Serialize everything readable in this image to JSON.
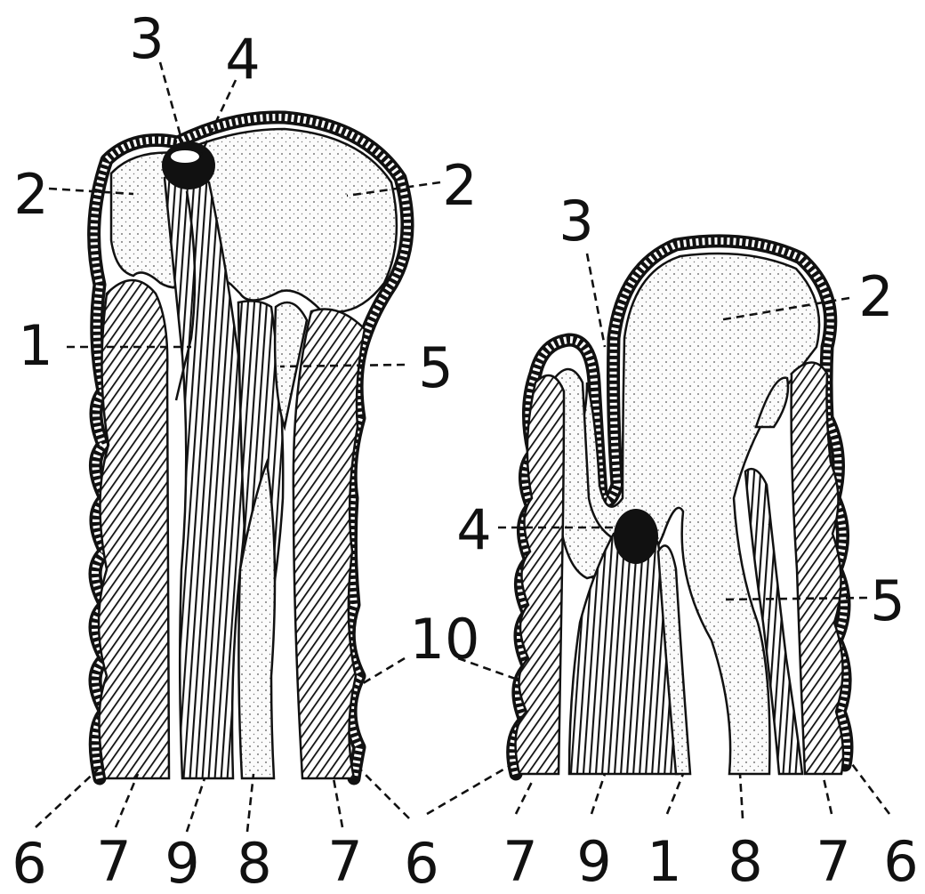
{
  "figure": {
    "left_panel": {
      "labels": {
        "l1": "1",
        "l2a": "2",
        "l2b": "2",
        "l3": "3",
        "l4": "4",
        "l5": "5",
        "l6a": "6",
        "l6b": "6",
        "l7a": "7",
        "l7b": "7",
        "l8": "8",
        "l9": "9",
        "l10": "10"
      }
    },
    "right_panel": {
      "labels": {
        "l1": "1",
        "l2": "2",
        "l3": "3",
        "l4": "4",
        "l5": "5",
        "l6": "6",
        "l7a": "7",
        "l7b": "7",
        "l8": "8",
        "l9": "9"
      }
    }
  }
}
